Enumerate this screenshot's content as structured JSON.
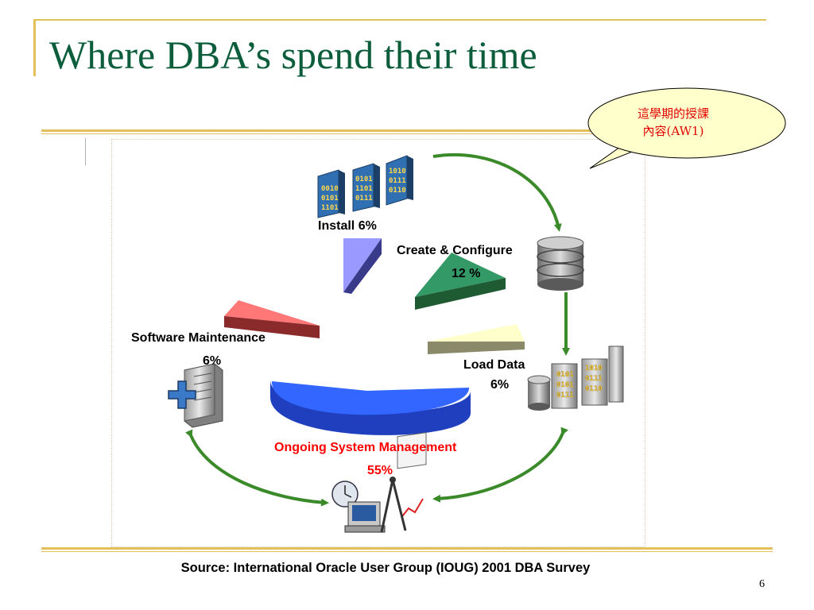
{
  "slide": {
    "title": "Where DBA’s spend their time",
    "source": "Source: International Oracle User Group (IOUG) 2001 DBA Survey",
    "page_number": "6",
    "callout": {
      "line1": "這學期的授課",
      "line2": "內容(AW1)"
    }
  },
  "segments": {
    "install": {
      "name": "Install",
      "value": "6%",
      "percent": 6
    },
    "create_configure": {
      "name": "Create & Configure",
      "value": "12 %",
      "percent": 12
    },
    "load_data": {
      "name": "Load Data",
      "value": "6%",
      "percent": 6
    },
    "ongoing_mgmt": {
      "name": "Ongoing System Management",
      "value": "55%",
      "percent": 55
    },
    "software_maint": {
      "name": "Software Maintenance",
      "value": "6%",
      "percent": 6
    }
  },
  "icons": {
    "install": "binary-data-blocks-icon",
    "create_configure": "database-cylinder-icon",
    "load_data": "database-servers-icon",
    "ongoing_mgmt": "computer-clock-chart-tools-icon",
    "software_maint": "server-plus-icon"
  },
  "colors": {
    "title": "#0b5d3b",
    "rule": "#e3c05a",
    "install_slice": "#9999ff",
    "create_slice": "#339966",
    "load_slice": "#ffffcc",
    "ongoing_slice": "#3366ff",
    "software_slice": "#ff7777",
    "arrow": "#3a8a2a",
    "ongoing_label": "#ff0000"
  }
}
